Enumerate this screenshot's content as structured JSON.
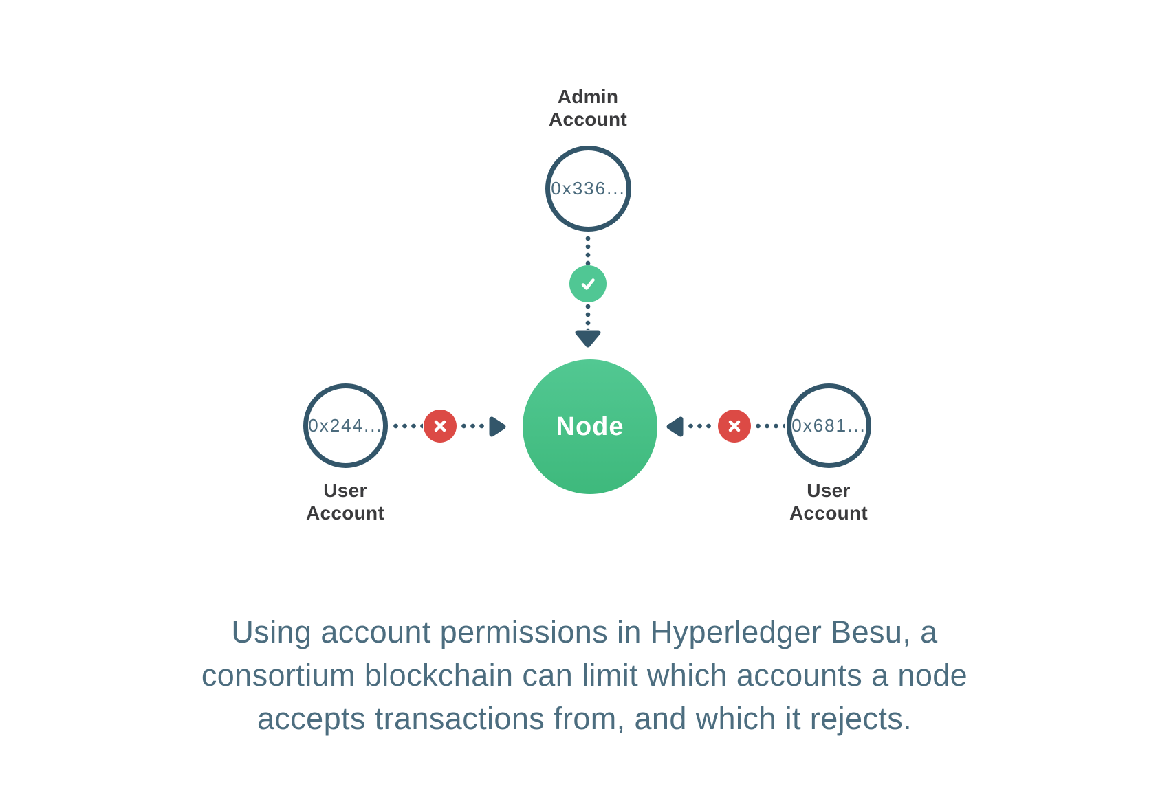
{
  "diagram": {
    "admin": {
      "label": "Admin\nAccount",
      "address": "0x336..."
    },
    "node": {
      "label": "Node"
    },
    "user_left": {
      "label": "User\nAccount",
      "address": "0x244..."
    },
    "user_right": {
      "label": "User\nAccount",
      "address": "0x681..."
    },
    "caption": "Using account permissions in Hyperledger Besu, a\nconsortium blockchain can limit which accounts a node\naccepts transactions from, and which it rejects.",
    "icons": {
      "allow": "check-icon",
      "deny": "x-icon",
      "flow": "arrowhead-icon"
    },
    "colors": {
      "slate_stroke": "#33566A",
      "label_dark": "#3B3B3D",
      "text_slate": "#4C6D7F",
      "address_slate": "#4A6A7C",
      "allow_green": "#50C794",
      "node_green_top": "#52C892",
      "node_green_bottom": "#3EB97C",
      "deny_red": "#DC4A45",
      "background": "#FFFFFF"
    }
  }
}
